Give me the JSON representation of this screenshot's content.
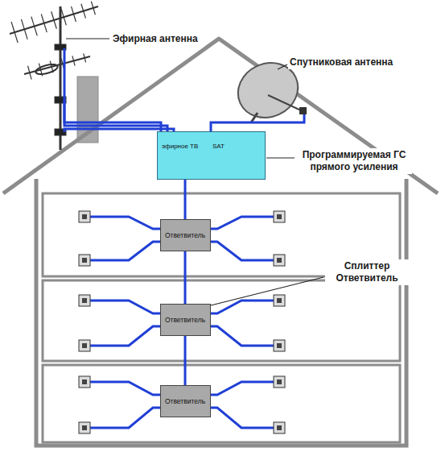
{
  "diagram": {
    "nodes": [
      {
        "text": [
          "эфирное ТВ",
          "SAT"
        ]
      },
      {
        "text": [
          "Ответвитель"
        ]
      },
      {
        "text": [
          "Ответвитель"
        ]
      },
      {
        "text": [
          "Ответвитель"
        ]
      }
    ],
    "edges": [
      {
        "from": 0,
        "to": 1,
        "arrow": "none"
      },
      {
        "from": 1,
        "to": 2,
        "arrow": "none"
      },
      {
        "from": 2,
        "to": 3,
        "arrow": "none"
      }
    ],
    "labels": [
      "Эфирная антенна",
      "Спутниковая антенна",
      "Программируемая ГС прямого усиления",
      "Сплиттер Ответвитель"
    ]
  }
}
